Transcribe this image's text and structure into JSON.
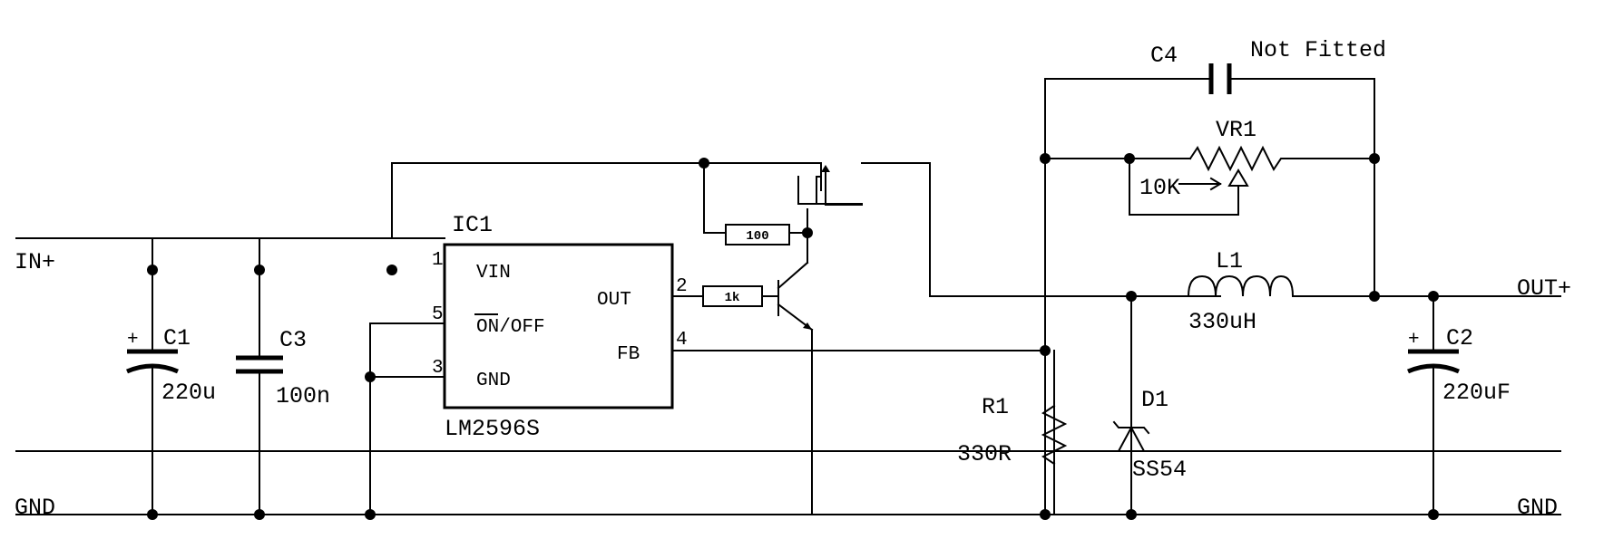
{
  "nets": {
    "in_plus": "IN+",
    "gnd_left": "GND",
    "out_plus": "OUT+",
    "gnd_right": "GND"
  },
  "ic": {
    "ref": "IC1",
    "part": "LM2596S",
    "pins": {
      "vin": {
        "num": "1",
        "name": "VIN"
      },
      "onoff": {
        "num": "5",
        "name": "ON/OFF"
      },
      "gnd": {
        "num": "3",
        "name": "GND"
      },
      "out": {
        "num": "2",
        "name": "OUT"
      },
      "fb": {
        "num": "4",
        "name": "FB"
      }
    }
  },
  "components": {
    "c1": {
      "ref": "C1",
      "value": "220u",
      "polarity": "+"
    },
    "c3": {
      "ref": "C3",
      "value": "100n"
    },
    "c2": {
      "ref": "C2",
      "value": "220uF",
      "polarity": "+"
    },
    "c4": {
      "ref": "C4",
      "value": "Not Fitted"
    },
    "vr1": {
      "ref": "VR1",
      "value": "10K"
    },
    "l1": {
      "ref": "L1",
      "value": "330uH"
    },
    "r1": {
      "ref": "R1",
      "value": "330R"
    },
    "d1": {
      "ref": "D1",
      "value": "SS54"
    },
    "r_gate": {
      "value": "100"
    },
    "r_base": {
      "value": "1k"
    }
  }
}
